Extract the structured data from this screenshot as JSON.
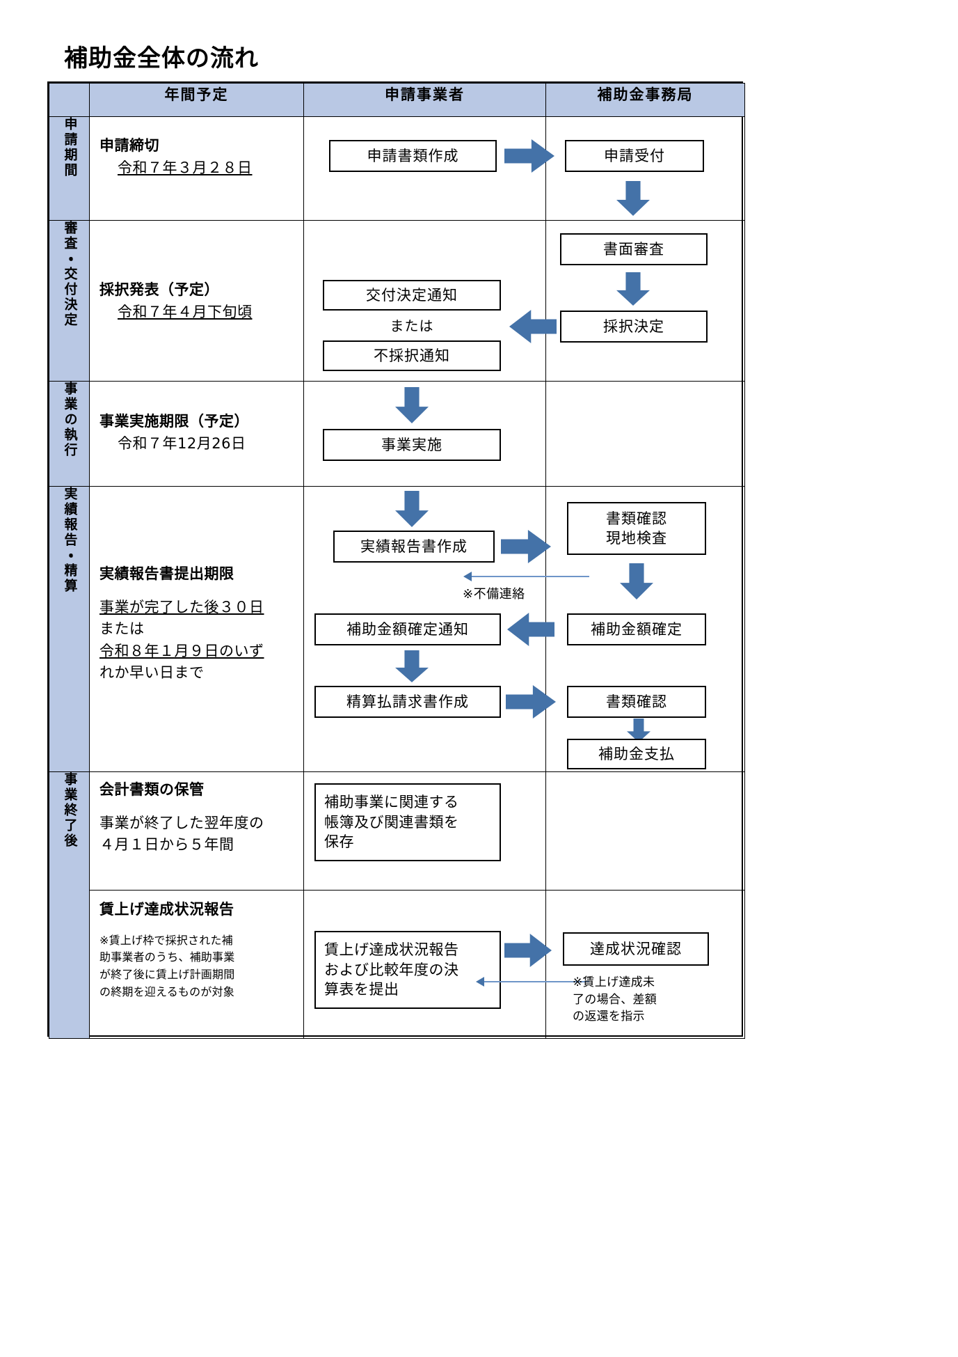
{
  "document": {
    "title": "補助金全体の流れ"
  },
  "table": {
    "headers": {
      "stage": "",
      "schedule": "年間予定",
      "applicant": "申請事業者",
      "office": "補助金事務局"
    },
    "rows": [
      {
        "stage_label": "申請期間",
        "schedule": {
          "title": "申請締切",
          "sub": "令和７年３月２８日"
        },
        "applicant_boxes": [
          "申請書類作成"
        ],
        "office_boxes": [
          "申請受付"
        ],
        "arrows": [
          "right",
          "down"
        ]
      },
      {
        "stage_label": "審査・交付決定",
        "schedule": {
          "title": "採択発表（予定）",
          "sub": "令和７年４月下旬頃"
        },
        "applicant_boxes": [
          "交付決定通知",
          "不採択通知"
        ],
        "connector_text": "または",
        "office_boxes": [
          "書面審査",
          "採択決定"
        ],
        "arrows": [
          "down",
          "left"
        ]
      },
      {
        "stage_label": "事業の執行",
        "schedule": {
          "title": "事業実施期限（予定）",
          "sub": "令和７年12月26日"
        },
        "applicant_boxes": [
          "事業実施"
        ],
        "office_boxes": [],
        "arrows": [
          "down"
        ]
      },
      {
        "stage_label": "実績報告・精算",
        "schedule": {
          "title": "実績報告書提出期限",
          "lines": [
            "事業が完了した後３０日",
            "または",
            "令和８年１月９日のいず",
            "れか早い日まで"
          ]
        },
        "applicant_boxes": [
          "実績報告書作成",
          "補助金額確定通知",
          "精算払請求書作成"
        ],
        "office_boxes": [
          "書類確認\n現地検査",
          "補助金額確定",
          "書類確認",
          "補助金支払"
        ],
        "feedback_note": "※不備連絡"
      },
      {
        "stage_label": "事業終了後",
        "schedule": {
          "title": "会計書類の保管",
          "lines": [
            "事業が終了した翌年度の",
            "４月１日から５年間"
          ]
        },
        "applicant_boxes": [
          "補助事業に関連する\n帳簿及び関連書類を\n保存"
        ],
        "office_boxes": []
      },
      {
        "stage_label": "",
        "schedule": {
          "title": "賃上げ達成状況報告",
          "note_lines": [
            "※賃上げ枠で採択された補",
            "助事業者のうち、補助事業",
            "が終了後に賃上げ計画期間",
            "の終期を迎えるものが対象"
          ]
        },
        "applicant_boxes": [
          "賃上げ達成状況報告\nおよび比較年度の決\n算表を提出"
        ],
        "office_boxes": [
          "達成状況確認"
        ],
        "office_note_lines": [
          "※賃上げ達成未",
          "了の場合、差額",
          "の返還を指示"
        ]
      }
    ]
  },
  "boxes": {
    "b01": "申請書類作成",
    "b02": "申請受付",
    "b03": "書面審査",
    "b04": "採択決定",
    "b05": "交付決定通知",
    "b06": "不採択通知",
    "b07": "または",
    "b08": "事業実施",
    "b09": "実績報告書作成",
    "b10_line1": "書類確認",
    "b10_line2": "現地検査",
    "b11": "補助金額確定通知",
    "b12": "補助金額確定",
    "b13": "精算払請求書作成",
    "b14": "書類確認",
    "b15": "補助金支払",
    "b16_line1": "補助事業に関連する",
    "b16_line2": "帳簿及び関連書類を",
    "b16_line3": "保存",
    "b17_line1": "賃上げ達成状況報告",
    "b17_line2": "および比較年度の決",
    "b17_line3": "算表を提出",
    "b18": "達成状況確認"
  },
  "notes": {
    "fubi": "※不備連絡",
    "chinage_line1": "※賃上げ達成未",
    "chinage_line2": "了の場合、差額",
    "chinage_line3": "の返還を指示"
  },
  "schedule_text": {
    "s1_title": "申請締切",
    "s1_sub": "令和７年３月２８日",
    "s2_title": "採択発表（予定）",
    "s2_sub": "令和７年４月下旬頃",
    "s3_title": "事業実施期限（予定）",
    "s3_sub": "令和７年12月26日",
    "s4_title": "実績報告書提出期限",
    "s4_l1": "事業が完了した後３０日",
    "s4_l2": "または",
    "s4_l3": "令和８年１月９日のいず",
    "s4_l4": "れか早い日まで",
    "s5_title": "会計書類の保管",
    "s5_l1": "事業が終了した翌年度の",
    "s5_l2": "４月１日から５年間",
    "s6_title": "賃上げ達成状況報告",
    "s6_l1": "※賃上げ枠で採択された補",
    "s6_l2": "助事業者のうち、補助事業",
    "s6_l3": "が終了後に賃上げ計画期間",
    "s6_l4": "の終期を迎えるものが対象"
  },
  "stages": {
    "g1": "申請期間",
    "g2": "審査・交付決定",
    "g3": "事業の執行",
    "g4": "実績報告・精算",
    "g5": "事業終了後"
  },
  "colors": {
    "header_fill": "#b9c8e4",
    "arrow_blue": "#4472a8",
    "thin_arrow_blue": "#6e95c8",
    "border": "#000000"
  }
}
